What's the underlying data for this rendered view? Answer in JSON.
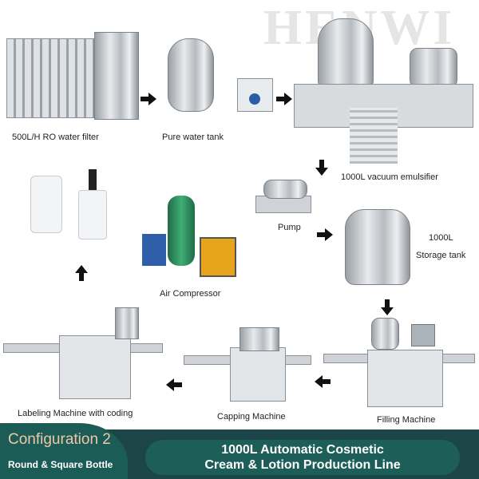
{
  "watermark": "HENWI",
  "steps": {
    "ro_filter": "500L/H RO water filter",
    "water_tank": "Pure water tank",
    "emulsifier": "1000L vacuum emulsifier",
    "pump": "Pump",
    "storage_capacity": "1000L",
    "storage_tank": "Storage tank",
    "compressor": "Air Compressor",
    "labeling": "Labeling Machine with coding",
    "capping": "Capping Machine",
    "filling": "Filling Machine"
  },
  "footer": {
    "config": "Configuration 2",
    "bottle": "Round & Square Bottle",
    "title_line1": "1000L Automatic Cosmetic",
    "title_line2": "Cream & Lotion Production Line"
  },
  "colors": {
    "footer_bg": "#1b4547",
    "accent_teal": "#1d5e59",
    "config_text": "#f0c8a8"
  }
}
